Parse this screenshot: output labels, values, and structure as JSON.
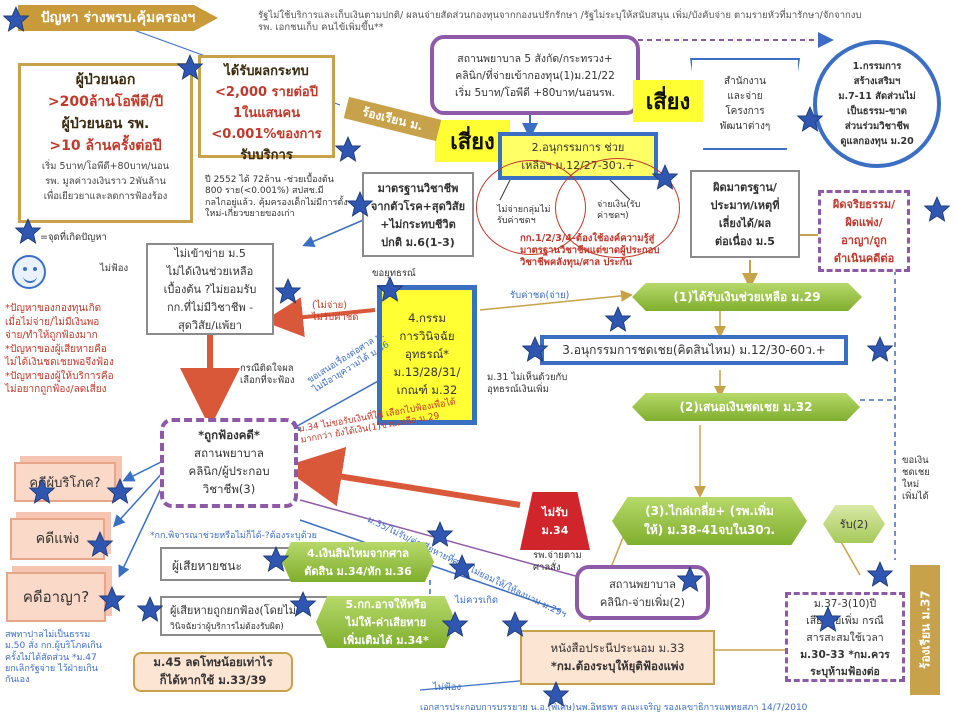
{
  "header": {
    "title": "ปัญหา ร่างพรบ.คุ้มครองฯ",
    "note_line1": "รัฐไม่ใช้บริการและเก็บเงินตามปกติ/ ผลนจ่ายสัดส่วนกองทุนจากกองนปรักรักษา /รัฐไม่ระบุให้สนับสนุน เพิ่ม/บังคับจ่าย ตามรายหัวที่มารักษา/จักจากงบ",
    "note_line2": "รพ. เอกชนเก็บ คนไข้เพิ่มขึ้น**"
  },
  "patients_box": {
    "l1": "ผู้ป่วยนอก",
    "l2": ">200ล้านโอพีดี/ปี",
    "l3": "ผู้ป่วยนอน รพ.",
    "l4": ">10 ล้านครั้งต่อปี",
    "l5": "เริ่ม 5บาท/โอพีดี+80บาท/นอน",
    "l6": "รพ. มูลค่าวงเงินราว 2พันล้าน",
    "l7": "เพื่อเยียวยาและลดการฟ้องร้อง"
  },
  "harm_box": {
    "l1": "ได้รับผลกระทบ",
    "l2": "<2,000 รายต่อปี",
    "l3": "1ในแสนคน",
    "l4": "<0.001%ของการ",
    "l5": "รับบริการ"
  },
  "stat_note": {
    "l1": "ปี 2552 ได้ 72ล้าน -ช่วยเบื้องต้น",
    "l2": "800 ราย(<0.001%) สปสช.มี",
    "l3": "กลไกอยู่แล้ว. คุ้มครองเด็กไม่มีการตั้ง",
    "l4": "ใหม่-เกี่ยวขยายของเก่า"
  },
  "hospital_top": {
    "l1": "สถานพยาบาล 5 สังกัด/กระทรวง+",
    "l2": "คลินิก/ที่จ่ายเข้ากองทุน(1)ม.21/22",
    "l3": "เริ่ม 5บาท/โอพีดี +80บาท/นอนรพ."
  },
  "office_box": {
    "l1": "สำนักงาน",
    "l2": "และจ่าย",
    "l3": "โครงการ",
    "l4": "พัฒนาต่างๆ"
  },
  "committee_circle": {
    "l1": "1.กรรมการ",
    "l2": "สร้างเสริมฯ",
    "l3": "ม.7-11 สัดส่วนไม่",
    "l4": "เป็นธรรม-ขาด",
    "l5": "ส่วนร่วมวิชาชีพ",
    "l6": "ดูแลกองทุน ม.20"
  },
  "risk_labels": [
    "เสี่ยง",
    "เสี่ยง"
  ],
  "complain_label": "ร้องเรียน ม.",
  "committee2": {
    "l1": "2.อนุกรรมการ ช่วย",
    "l2": "เหลือฯ ม.12/27-30ว.+"
  },
  "standard_box": {
    "l1": "มาตรฐานวิชาชีพ",
    "l2": "จากตัวโรค+สุดวิสัย",
    "l3": "+ไม่กระทบชีวิต",
    "l4": "ปกติ ม.6(1-3)"
  },
  "oval_left": {
    "l1": "ไม่จ่ายกลุ่มไม่",
    "l2": "รับค่าชดฯ"
  },
  "oval_right": {
    "l1": "จ่ายเงิน(รับ",
    "l2": "ค่าชดฯ)"
  },
  "red_note": {
    "l1": "กก.1/2/3/4-ต้องใช้องค์ความรู้สู่",
    "l2": "มาตรฐานวิชาชีพแต่ขาดผู้ประกอบ",
    "l3": "วิชาชีพคลังทุน/ศาล ประกัน"
  },
  "wrong_std": {
    "l1": "ผิดมาตรฐาน/",
    "l2": "ประมาท/เหตุที่",
    "l3": "เลี่ยงได้/ผล",
    "l4": "ต่อเนื่อง ม.5"
  },
  "ethics_box": {
    "l1": "ผิดจริยธรรม/",
    "l2": "ผิดแพ่ง/",
    "l3": "อาญา/ถูก",
    "l4": "ดำเนินคดีต่อ"
  },
  "star_legend": "=จุดที่เกิดปัญหา",
  "no_sue": "ไม่ฟ้อง",
  "not_eligible": {
    "l1": "ไม่เข้าข่าย ม.5",
    "l2": "ไม่ได้เงินช่วยเหลือ",
    "l3": "เบื้องต้น ?ไม่ยอมรับ",
    "l4": "กก.ที่ไม่มีวิชาชีพ -",
    "l5": "สุดวิสัย/แพ้ยา"
  },
  "appeal": "ขอยุทธรณ์",
  "no_pay": {
    "l1": "(ไม่จ่าย)",
    "l2": "ไม่รับค่าชด"
  },
  "committee4": {
    "l1": "4.กรรม",
    "l2": "การวินิจฉัย",
    "l3": "อุทธรณ์*",
    "l4": "ม.13/28/31/",
    "l5": "เกณฑ์ ม.32"
  },
  "receive_label": "รับค่าชด(จ่าย)",
  "help_m29": "(1)ได้รับเงินช่วยเหลือ ม.29",
  "committee3": "3.อนุกรรมการชดเชย(คิดสินไหม) ม.12/30-60ว.+",
  "problems": {
    "p1a": "*ปัญหาของกองทุนเกิด",
    "p1b": "เมื่อไม่จ่าย/ไม่มีเงินพอ",
    "p1c": "จ่าย/ทำให้ถูกฟ้องมาก",
    "p2a": "*ปัญหาของผู้เสียหายคือ",
    "p2b": "ไม่ได้เงินชดเชยพอจึงฟ้อง",
    "p3a": "*ปัญหาของผู้ให้บริการคือ",
    "p3b": "ไม่อยากถูกฟ้อง/ลดเสี่ยง"
  },
  "court_case_note": {
    "l1": "กรณีติดใจผล",
    "l2": "เลือกที่จะฟ้อง"
  },
  "court_right_note": {
    "l1": "ขอเสนอเรื่องต่อศาล ม.",
    "l2": "ไม่มีอายุความได้ ม.46"
  },
  "no_m31": {
    "l1": "ม.31 ไม่เห็นด้วยกับ",
    "l2": "อุทธรณ์เงินเพิ่ม"
  },
  "offer_m32": "(2)เสนอเงินชดเชย ม.32",
  "sued_box": {
    "l1": "*ถูกฟ้องคดี*",
    "l2": "สถานพยาบาล",
    "l3": "คลินิก/ผู้ประกอบ",
    "l4": "วิชาชีพ(3)"
  },
  "m34_note": {
    "l1": "ม.34 ไม่ขอรับเงินที่ใช้ เลือกไปฟ้องเพื่อได้",
    "l2": "มากกว่า ยังได้เงิน(1)ช่วยเหลือ ม.29"
  },
  "cases": [
    "คดีผู้บริโภค?",
    "คดีแพ่ง",
    "คดีอาญา?"
  ],
  "court_consider": "*กก.พิจารณาช่วยหรือไม่ก็ได้-?ต้องระบุด้วย",
  "m35_note": "ม.35/ไม่รับ/ค่าเสียหายที่ศาล/ไม่ยอมให้/ให้ลงนาม ม.29ฯ",
  "no_receive": {
    "l1": "ไม่รับ",
    "l2": "ม.34"
  },
  "hosp_pays": {
    "l1": "รพ.จ่ายตาม",
    "l2": "ศาลสั่ง"
  },
  "mediate": {
    "l1": "(3).ไกล่เกลี่ย+ (รพ.เพิ่ม",
    "l2": "ให้) ม.38-41จบใน30ว."
  },
  "receive2": "รับ(2)",
  "not_received": {
    "l1": "ขอเงิน",
    "l2": "ชดเชย",
    "l3": "ใหม่",
    "l4": "เพิ่มได้"
  },
  "victim_win": "ผู้เสียหายชนะ",
  "new_comp": {
    "l1": "4.เงินสินไหมจากศาล",
    "l2": "ตัดสิน ม.34/หัก ม.36"
  },
  "victim_loses": {
    "l1": "ผู้เสียหายถูกยกฟ้อง(โดยไม่",
    "l2": "วินิจฉัยว่าผู้บริการไม่ต้องรับผิด)"
  },
  "court_order": {
    "l1": "5.กก.อาจให้หรือ",
    "l2": "ไม่ให้-ค่าเสียหาย",
    "l3": "เพิ่มเติมได้ ม.34*"
  },
  "no_claim": {
    "l1": "ไม่ควรเกิด",
    "l2": ""
  },
  "hosp_clinic": {
    "l1": "สถานพยาบาล",
    "l2": "คลินิก-จ่ายเพิ่ม(2)"
  },
  "m37_note": {
    "l1": "ม.37-3(10)ปี",
    "l2": "เสียหายเพิ่ม กรณี",
    "l3": "สารสะสมใช้เวลา",
    "l4": "ม.30-33 *กม.ควร",
    "l5": "ระบุห้ามฟ้องต่อ"
  },
  "complain_m37": "ร้องเรียน ม.37",
  "bottom_left_note": {
    "l1": "สพทาปาลไม่เป็นธรรม",
    "l2": "ม.50 สั่ง กก.ผู้บริโภคเกิน",
    "l3": "ครั้งไม่ได้สัดส่วน *ม.47",
    "l4": "ยกเลิกรัฐจ่าย ไว้ฝ่ายเกิน",
    "l5": "กันเอง"
  },
  "m45": {
    "l1": "ม.45 ลดโทษน้อยเท่าไร",
    "l2": "ก็ได้หากใช้ ม.33/39"
  },
  "mediation_doc": {
    "l1": "หนังสือประนีประนอม ม.33",
    "l2": "*กม.ต้องระบุให้ยุติฟ้องแพ่ง"
  },
  "no_sue2": "ไม่ฟ้อง",
  "footer": "เอกสารประกอบการบรรยาย น.อ.(พิเศษ)นพ.อิทธพร คณะเจริญ รองเลขาธิการแพทยสภา 14/7/2010",
  "colors": {
    "blue": "#3b6fc4",
    "purple": "#8e5aa8",
    "gold": "#c8a24a",
    "red": "#c0392b",
    "green": "#8dbb3c",
    "yellow": "#ffff33"
  },
  "icons": [
    "star-icon",
    "smiley-icon"
  ]
}
